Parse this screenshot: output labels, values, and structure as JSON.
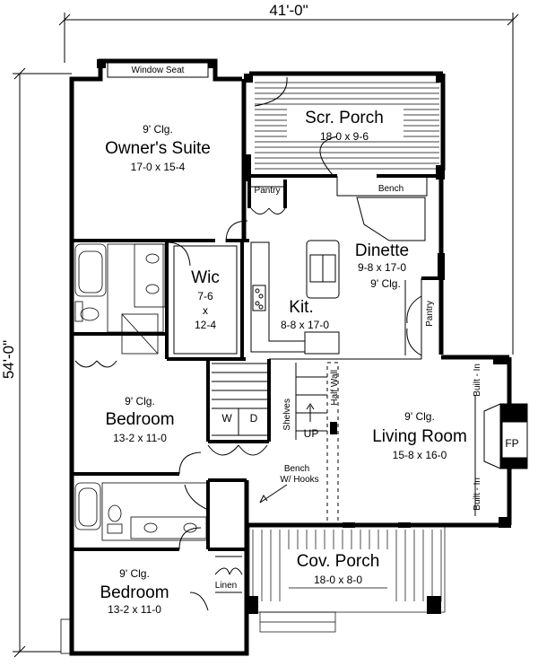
{
  "dimensions": {
    "width": "41'-0\"",
    "depth": "54'-0\""
  },
  "rooms": {
    "window_seat": "Window Seat",
    "owners_suite": {
      "ceiling": "9' Clg.",
      "name": "Owner's Suite",
      "size": "17-0 x 15-4"
    },
    "scr_porch": {
      "name": "Scr. Porch",
      "size": "18-0 x 9-6"
    },
    "pantry_top": "Pantry",
    "bench_top": "Bench",
    "dinette": {
      "name": "Dinette",
      "size": "9-8 x 17-0",
      "ceiling": "9' Clg."
    },
    "pantry_side": "Pantry",
    "wic": {
      "name": "Wic",
      "w": "7-6",
      "x": "x",
      "d": "12-4"
    },
    "kit": {
      "name": "Kit.",
      "size": "8-8 x 17-0"
    },
    "bedroom_1": {
      "ceiling": "9' Clg.",
      "name": "Bedroom",
      "size": "13-2 x 11-0"
    },
    "washer": "W",
    "dryer": "D",
    "shelves": "Shelves",
    "half_wall": "Half Wall",
    "up": "UP",
    "living": {
      "ceiling": "9' Clg.",
      "name": "Living Room",
      "size": "15-8 x 16-0"
    },
    "built_in_top": "Built - In",
    "built_in_bottom": "Built - In",
    "fireplace": "FP",
    "bench_hooks": [
      "Bench",
      "W/ Hooks"
    ],
    "cov_porch": {
      "name": "Cov. Porch",
      "size": "18-0 x 8-0"
    },
    "bedroom_2": {
      "ceiling": "9' Clg.",
      "name": "Bedroom",
      "size": "13-2 x 11-0"
    },
    "linen": "Linen"
  }
}
